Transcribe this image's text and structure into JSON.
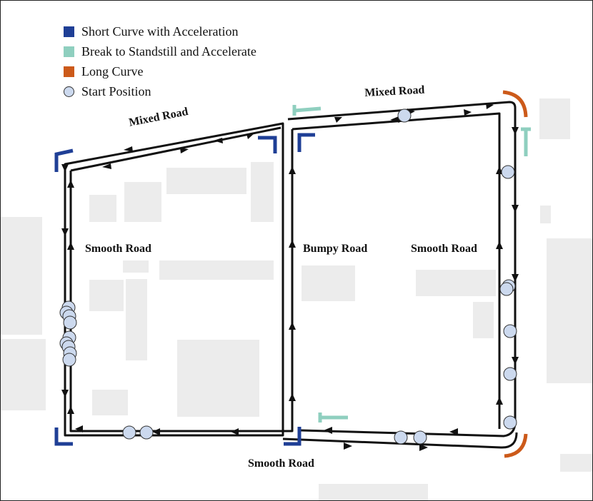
{
  "legend": [
    {
      "label": "Short Curve with Acceleration",
      "color": "#1f3f96",
      "shape": "square"
    },
    {
      "label": "Break to Standstill and Accelerate",
      "color": "#8fcfbf",
      "shape": "square"
    },
    {
      "label": "Long Curve",
      "color": "#cc5a1a",
      "shape": "square"
    },
    {
      "label": "Start Position",
      "color": "#ccd9ee",
      "shape": "circle"
    }
  ],
  "road_labels": {
    "mixed_left": "Mixed Road",
    "mixed_right": "Mixed Road",
    "smooth_left": "Smooth Road",
    "bumpy": "Bumpy Road",
    "smooth_right": "Smooth Road",
    "smooth_bottom": "Smooth Road"
  },
  "colors": {
    "short_curve": "#1f3f96",
    "break": "#8fcfbf",
    "long_curve": "#cc5a1a",
    "start": "#ccd9ee",
    "building": "#ececec",
    "track": "#111111"
  }
}
